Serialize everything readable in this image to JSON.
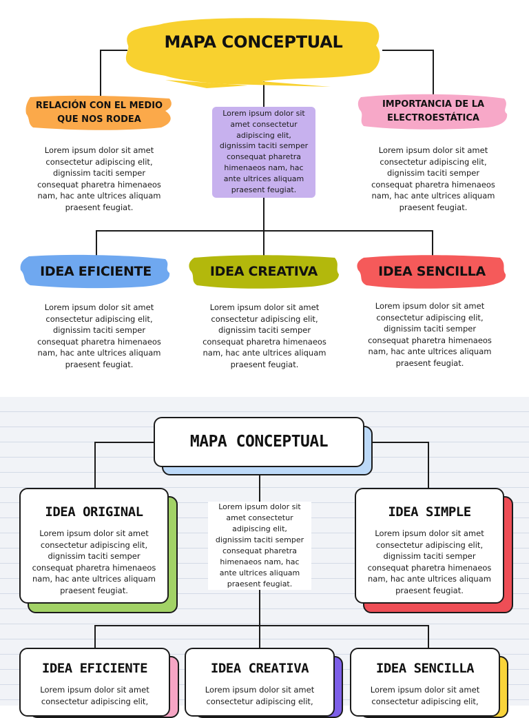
{
  "top": {
    "title": "MAPA CONCEPTUAL",
    "left_heading": "RELACIÓN CON EL MEDIO\nQUE  NOS RODEA",
    "right_heading": "IMPORTANCIA DE LA\nELECTROESTÁTICA",
    "center_note": "Lorem ipsum dolor sit\namet consectetur\nadipiscing elit,\ndignissim taciti semper\nconsequat pharetra\nhimenaeos nam, hac\nante ultrices aliquam\npraesent feugiat.",
    "left_text": "Lorem ipsum dolor sit amet\nconsectetur adipiscing elit,\ndignissim taciti semper\nconsequat pharetra himenaeos\nnam, hac ante ultrices aliquam\npraesent feugiat.",
    "right_text": "Lorem ipsum dolor sit amet\nconsectetur adipiscing elit,\ndignissim taciti semper\nconsequat pharetra himenaeos\nnam, hac ante ultrices aliquam\npraesent feugiat.",
    "ideas": [
      {
        "label": "IDEA EFICIENTE",
        "color": "#6fa8f0",
        "text": "Lorem ipsum dolor sit amet\nconsectetur adipiscing elit,\ndignissim taciti semper\nconsequat pharetra himenaeos\nnam, hac ante ultrices aliquam\npraesent feugiat."
      },
      {
        "label": "IDEA CREATIVA",
        "color": "#b3b80c",
        "text": "Lorem ipsum dolor sit amet\nconsectetur adipiscing elit,\ndignissim taciti semper\nconsequat pharetra himenaeos\nnam, hac ante ultrices aliquam\npraesent feugiat."
      },
      {
        "label": "IDEA SENCILLA",
        "color": "#f55a5a",
        "text": "Lorem ipsum dolor sit amet\nconsectetur adipiscing elit,\ndignissim taciti semper\nconsequat pharetra himenaeos\nnam, hac ante ultrices aliquam\npraesent feugiat."
      }
    ],
    "colors": {
      "title": "#f8d12f",
      "left": "#fba94a",
      "right": "#f7a8c8",
      "note": "#c7b1ee"
    }
  },
  "bottom": {
    "title": "MAPA CONCEPTUAL",
    "center_note": "Lorem ipsum dolor sit\namet consectetur\nadipiscing elit,\ndignissim taciti semper\nconsequat pharetra\nhimenaeos nam, hac\nante ultrices aliquam\npraesent feugiat.",
    "left_card": {
      "title": "IDEA ORIGINAL",
      "text": "Lorem ipsum dolor sit amet\nconsectetur adipiscing elit,\ndignissim taciti semper\nconsequat pharetra himenaeos\nnam, hac ante ultrices aliquam\npraesent feugiat.",
      "shadow": "#a2d266"
    },
    "right_card": {
      "title": "IDEA SIMPLE",
      "text": "Lorem ipsum dolor sit amet\nconsectetur adipiscing elit,\ndignissim taciti semper\nconsequat pharetra himenaeos\nnam, hac ante ultrices aliquam\npraesent feugiat.",
      "shadow": "#ee4e56"
    },
    "ideas": [
      {
        "title": "IDEA EFICIENTE",
        "text": "Lorem ipsum dolor sit amet\nconsectetur adipiscing elit,",
        "shadow": "#f6a5c4"
      },
      {
        "title": "IDEA CREATIVA",
        "text": "Lorem ipsum dolor sit amet\nconsectetur adipiscing elit,",
        "shadow": "#7d5fe8"
      },
      {
        "title": "IDEA SENCILLA",
        "text": "Lorem ipsum dolor sit amet\nconsectetur adipiscing elit,",
        "shadow": "#f9d43a"
      }
    ],
    "colors": {
      "title_shadow": "#bcd9f8"
    }
  }
}
